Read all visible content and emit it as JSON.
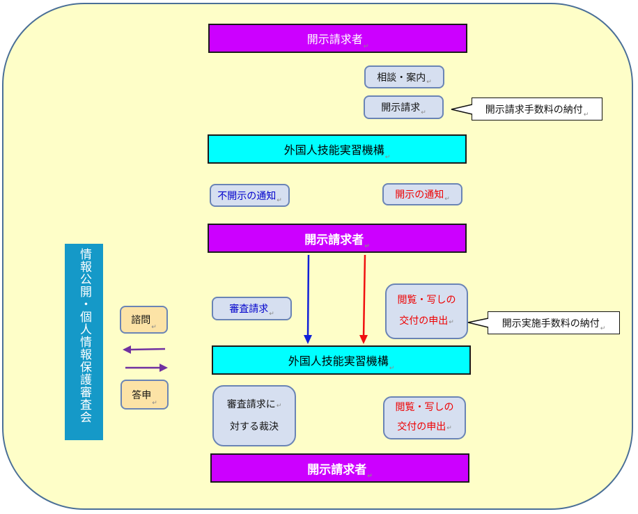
{
  "return_mark": "↵",
  "requester": {
    "top": "開示請求者",
    "middle": "開示請求者",
    "bottom": "開示請求者"
  },
  "steps": {
    "consultation": "相談・案内",
    "disclosure_request": "開示請求",
    "request_fee": "開示請求手数料の納付",
    "non_disclosure_notice": "不開示の通知",
    "disclosure_notice": "開示の通知",
    "review_request": "審査請求",
    "viewing_request_1": [
      "閲覧・写しの",
      "交付の申出"
    ],
    "implementation_fee": "開示実施手数料の納付",
    "decision": [
      "審査請求に",
      "対する裁決"
    ],
    "viewing_request_2": [
      "閲覧・写しの",
      "交付の申出"
    ]
  },
  "organization": {
    "name_1": "外国人技能実習機構",
    "name_2": "外国人技能実習機構"
  },
  "committee": {
    "name": "情報公開・個人情報保護審査会",
    "inquiry": "諮問",
    "report": "答申"
  },
  "colors": {
    "panel_bg": "#fefec8",
    "panel_border": "#4a6f97",
    "requester": "#cc00ff",
    "organization": "#00ffff",
    "step_box": "#d6dff0",
    "committee_step_box": "#fce3a6",
    "committee_bar": "#1599c8",
    "blue_text": "#0000cc",
    "red_text": "#ee0000",
    "blue_arrow": "#1020d8",
    "red_arrow": "#f01010",
    "purple_arrow": "#7030a0"
  }
}
